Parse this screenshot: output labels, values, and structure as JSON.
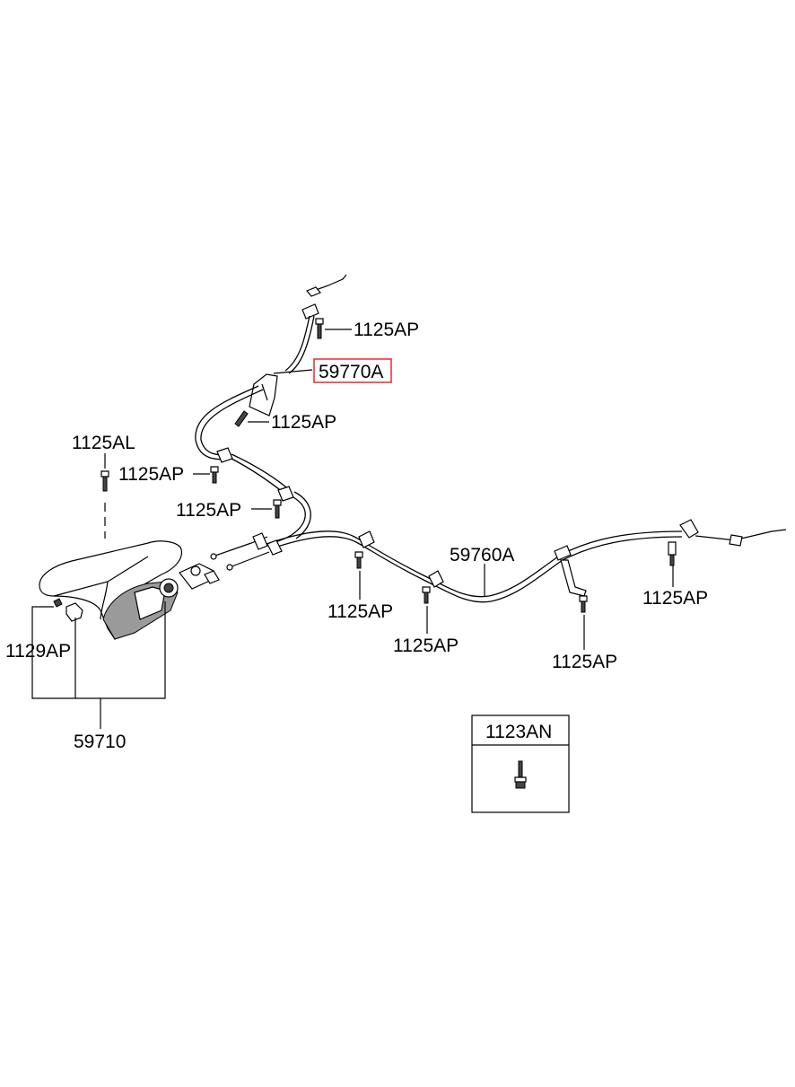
{
  "labels": {
    "p59770A": "59770A",
    "p59760A": "59760A",
    "p59710": "59710",
    "p1125AL": "1125AL",
    "p1129AP": "1129AP",
    "p1125AP_top": "1125AP",
    "p1125AP_upper_bracket": "1125AP",
    "p1125AP_left_upper": "1125AP",
    "p1125AP_left_lower": "1125AP",
    "p1125AP_center": "1125AP",
    "p1125AP_center_right": "1125AP",
    "p1125AP_right_bracket": "1125AP",
    "p1125AP_far_right": "1125AP"
  },
  "legend_box": {
    "title": "1123AN"
  },
  "colors": {
    "highlight_box": "#e8292e",
    "line": "#000000",
    "shade": "#9a9a9a"
  }
}
